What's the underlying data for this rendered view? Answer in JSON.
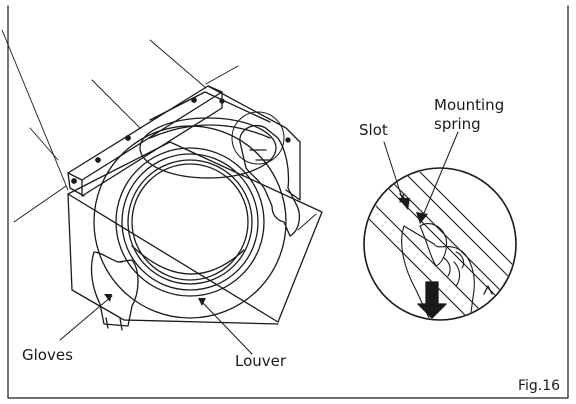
{
  "labels": {
    "slot": "Slot",
    "mounting_line1": "Mounting",
    "mounting_line2": "spring",
    "gloves": "Gloves",
    "louver": "Louver",
    "figure": "Fig.16"
  },
  "colors": {
    "ink": "#1a1a1a",
    "background": "#ffffff"
  }
}
